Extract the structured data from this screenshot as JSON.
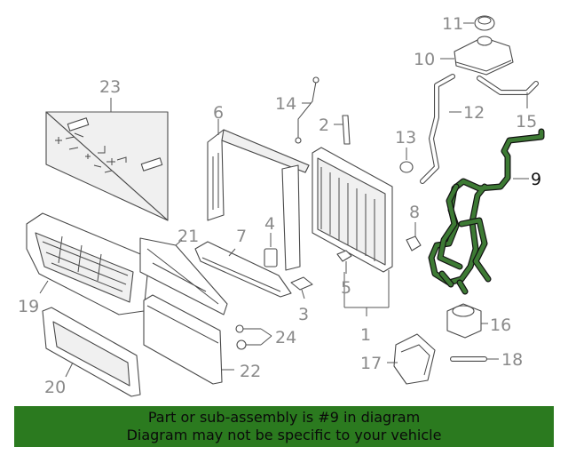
{
  "diagram": {
    "callouts": {
      "c1": "1",
      "c2": "2",
      "c3": "3",
      "c4": "4",
      "c5": "5",
      "c6": "6",
      "c7": "7",
      "c8": "8",
      "c9": "9",
      "c10": "10",
      "c11": "11",
      "c12": "12",
      "c13": "13",
      "c14": "14",
      "c15": "15",
      "c16": "16",
      "c17": "17",
      "c18": "18",
      "c19": "19",
      "c20": "20",
      "c21": "21",
      "c22": "22",
      "c23": "23",
      "c24": "24"
    },
    "highlighted_callout": "9",
    "highlight_color": "#3d7a34"
  },
  "banner": {
    "line1": "Part or sub-assembly is #9 in diagram",
    "line2": "Diagram may not be specific to your vehicle",
    "background": "#2b7a1f"
  }
}
